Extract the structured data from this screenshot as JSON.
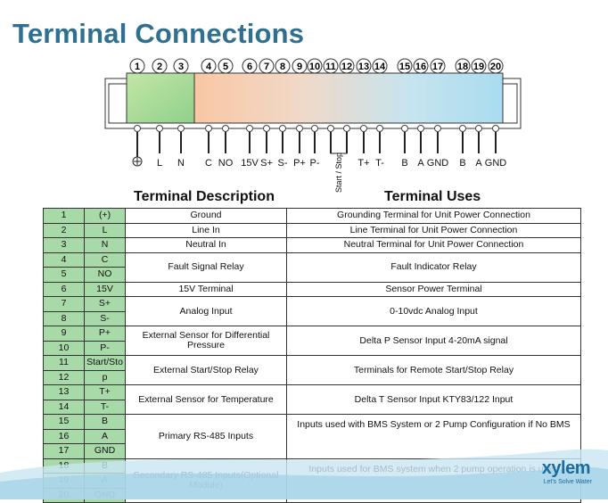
{
  "title": "Terminal Connections",
  "diagram": {
    "numbers": [
      "1",
      "2",
      "3",
      "4",
      "5",
      "6",
      "7",
      "8",
      "9",
      "10",
      "11",
      "12",
      "13",
      "14",
      "15",
      "16",
      "17",
      "18",
      "19",
      "20"
    ],
    "labels": [
      "L",
      "N",
      "C",
      "NO",
      "15V",
      "S+",
      "S-",
      "P+",
      "P-",
      "Start / Stop",
      "T+",
      "T-",
      "B",
      "A",
      "GND",
      "B",
      "A",
      "GND"
    ]
  },
  "headers": {
    "description": "Terminal Description",
    "uses": "Terminal Uses"
  },
  "rows": [
    {
      "num": "1",
      "sym": "(+)"
    },
    {
      "num": "2",
      "sym": "L"
    },
    {
      "num": "3",
      "sym": "N"
    },
    {
      "num": "4",
      "sym": "C"
    },
    {
      "num": "5",
      "sym": "NO"
    },
    {
      "num": "6",
      "sym": "15V"
    },
    {
      "num": "7",
      "sym": "S+"
    },
    {
      "num": "8",
      "sym": "S-"
    },
    {
      "num": "9",
      "sym": "P+"
    },
    {
      "num": "10",
      "sym": "P-"
    },
    {
      "num": "11",
      "sym": "Start/Sto"
    },
    {
      "num": "12",
      "sym": "p"
    },
    {
      "num": "13",
      "sym": "T+"
    },
    {
      "num": "14",
      "sym": "T-"
    },
    {
      "num": "15",
      "sym": "B"
    },
    {
      "num": "16",
      "sym": "A"
    },
    {
      "num": "17",
      "sym": "GND"
    },
    {
      "num": "18",
      "sym": "B"
    },
    {
      "num": "19",
      "sym": "A"
    },
    {
      "num": "20",
      "sym": "GND"
    }
  ],
  "groups": [
    {
      "desc": "Ground",
      "use": "Grounding Terminal for Unit Power Connection"
    },
    {
      "desc": "Line In",
      "use": "Line Terminal for Unit Power Connection"
    },
    {
      "desc": "Neutral In",
      "use": "Neutral Terminal for Unit Power Connection"
    },
    {
      "desc": "Fault Signal Relay",
      "use": "Fault Indicator Relay"
    },
    {
      "desc": "15V Terminal",
      "use": "Sensor Power Terminal"
    },
    {
      "desc": "Analog Input",
      "use": "0-10vdc Analog Input"
    },
    {
      "desc": "External Sensor for Differential Pressure",
      "use": "Delta P Sensor Input 4-20mA signal"
    },
    {
      "desc": "External Start/Stop Relay",
      "use": "Terminals for Remote Start/Stop Relay"
    },
    {
      "desc": "External Sensor for Temperature",
      "use": "Delta T Sensor Input KTY83/122 Input"
    },
    {
      "desc": "Primary RS-485 Inputs",
      "use": "Inputs used with BMS System or 2 Pump Configuration if No BMS"
    },
    {
      "desc": "Secondary RS-485 Inputs(Optional Module)",
      "use": "Inputs used for BMS system when 2 pump operation is used"
    }
  ],
  "logo": {
    "name": "xylem",
    "tagline": "Let's Solve Water"
  }
}
